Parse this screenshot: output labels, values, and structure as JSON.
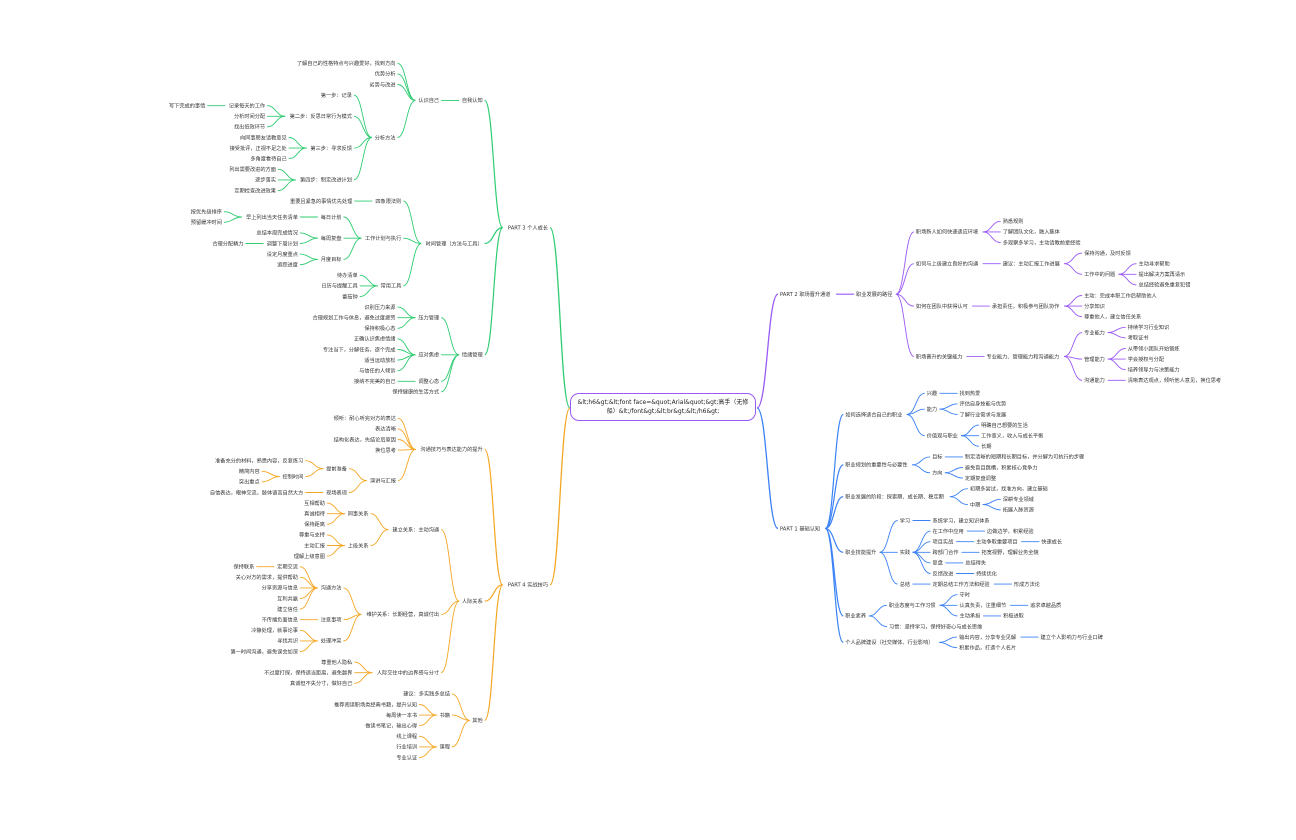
{
  "root": {
    "label": "&lt;h6&gt;&lt;font face=&quot;Arial&quot;&gt;高手（无修船）&lt;/font&gt;&lt;br&gt;&lt;/h6&gt;"
  },
  "colors": {
    "purple": "#9b59f6",
    "blue": "#3b82f6",
    "green": "#2ecc71",
    "orange": "#f5a623",
    "root_border": "#9b59f6"
  },
  "right": [
    {
      "t": "PART 2 职场晋升通道",
      "color": "purple",
      "c": [
        {
          "t": "职业发展的路径",
          "c": [
            {
              "t": "职场新人如何快速适应环境",
              "c": [
                {
                  "t": "熟悉规则"
                },
                {
                  "t": "了解团队文化，融入集体"
                },
                {
                  "t": "多观察多学习，主动请教前辈经验"
                }
              ]
            },
            {
              "t": "如何与上级建立良好的沟通",
              "c": [
                {
                  "t": "建议：主动汇报工作进展",
                  "c": [
                    {
                      "t": "保持沟通，及时反馈"
                    },
                    {
                      "t": "工作中的问题",
                      "c": [
                        {
                          "t": "主动寻求帮助"
                        },
                        {
                          "t": "提出解决方案再请示"
                        },
                        {
                          "t": "总结经验避免重复犯错"
                        }
                      ]
                    }
                  ]
                }
              ]
            },
            {
              "t": "如何在团队中获得认可",
              "c": [
                {
                  "t": "承担责任，积极参与团队协作",
                  "c": [
                    {
                      "t": "主动：完成本职工作后帮助他人"
                    },
                    {
                      "t": "分享知识"
                    },
                    {
                      "t": "尊重他人，建立信任关系"
                    }
                  ]
                }
              ]
            },
            {
              "t": "职场晋升的关键能力",
              "c": [
                {
                  "t": "专业能力、管理能力和沟通能力",
                  "c": [
                    {
                      "t": "专业能力",
                      "c": [
                        {
                          "t": "持续学习行业知识"
                        },
                        {
                          "t": "考取证书"
                        }
                      ]
                    },
                    {
                      "t": "管理能力",
                      "c": [
                        {
                          "t": "从带领小团队开始锻炼"
                        },
                        {
                          "t": "学会授权与分配"
                        },
                        {
                          "t": "培养领导力与决策能力"
                        }
                      ]
                    },
                    {
                      "t": "沟通能力",
                      "c": [
                        {
                          "t": "清晰表达观点，倾听他人意见，换位思考"
                        }
                      ]
                    }
                  ]
                }
              ]
            }
          ]
        }
      ]
    },
    {
      "t": "PART 1 基础认知",
      "color": "blue",
      "c": [
        {
          "t": "如何选择适合自己的职业",
          "c": [
            {
              "t": "兴趣",
              "c": [
                {
                  "t": "找到热爱"
                }
              ]
            },
            {
              "t": "能力",
              "c": [
                {
                  "t": "评估自身技能与优势"
                },
                {
                  "t": "了解行业需求与发展"
                }
              ]
            },
            {
              "t": "价值观与职业",
              "c": [
                {
                  "t": "明确自己想要的生活"
                },
                {
                  "t": "工作意义，收入与成长平衡"
                },
                {
                  "t": "长期"
                }
              ]
            }
          ]
        },
        {
          "t": "职业规划的重要性与必要性",
          "c": [
            {
              "t": "目标",
              "c": [
                {
                  "t": "制定清晰的短期和长期目标，并分解为可执行的步骤"
                }
              ]
            },
            {
              "t": "方向",
              "c": [
                {
                  "t": "避免盲目跳槽，积累核心竞争力"
                },
                {
                  "t": "定期复盘调整"
                }
              ]
            }
          ]
        },
        {
          "t": "职业发展的阶段：探索期、成长期、稳定期",
          "c": [
            {
              "t": "初期多尝试，找准方向，建立基础"
            },
            {
              "t": "中期",
              "c": [
                {
                  "t": "深耕专业领域"
                },
                {
                  "t": "拓展人脉资源"
                }
              ]
            }
          ]
        },
        {
          "t": "职业技能提升",
          "c": [
            {
              "t": "学习",
              "c": [
                {
                  "t": "系统学习，建立知识体系"
                }
              ]
            },
            {
              "t": "实践",
              "c": [
                {
                  "t": "在工作中应用",
                  "c": [
                    {
                      "t": "边做边学，积累经验"
                    }
                  ]
                },
                {
                  "t": "项目实战",
                  "c": [
                    {
                      "t": "主动争取重要项目",
                      "c": [
                        {
                          "t": "快速成长"
                        }
                      ]
                    }
                  ]
                },
                {
                  "t": "跨部门合作",
                  "c": [
                    {
                      "t": "拓宽视野，理解业务全貌"
                    }
                  ]
                },
                {
                  "t": "复盘",
                  "c": [
                    {
                      "t": "总结得失"
                    }
                  ]
                },
                {
                  "t": "反馈改进",
                  "c": [
                    {
                      "t": "持续优化"
                    }
                  ]
                }
              ]
            },
            {
              "t": "总结",
              "c": [
                {
                  "t": "定期总结工作方法和经验",
                  "c": [
                    {
                      "t": "形成方法论"
                    }
                  ]
                }
              ]
            }
          ]
        },
        {
          "t": "职业素养",
          "c": [
            {
              "t": "职业态度与工作习惯",
              "c": [
                {
                  "t": "守时"
                },
                {
                  "t": "认真负责，注重细节",
                  "c": [
                    {
                      "t": "追求卓越品质"
                    }
                  ]
                },
                {
                  "t": "主动承担",
                  "c": [
                    {
                      "t": "积极进取"
                    }
                  ]
                }
              ]
            },
            {
              "t": "习惯：坚持学习，保持好奇心与成长思维"
            }
          ]
        },
        {
          "t": "个人品牌建设（社交媒体、行业影响）",
          "c": [
            {
              "t": "输出内容，分享专业见解",
              "c": [
                {
                  "t": "建立个人影响力与行业口碑"
                }
              ]
            },
            {
              "t": "积累作品，打造个人名片"
            }
          ]
        }
      ]
    }
  ],
  "left": [
    {
      "t": "PART 3 个人成长",
      "color": "green",
      "c": [
        {
          "t": "自我认知",
          "c": [
            {
              "t": "认识自己",
              "c": [
                {
                  "t": "了解自己的性格特点与兴趣爱好，找到方向"
                },
                {
                  "t": "优势分析"
                },
                {
                  "t": "劣势与改进"
                },
                {
                  "t": "分析方法",
                  "c": [
                    {
                      "t": "第一步：记录"
                    },
                    {
                      "t": "第二步：反思日常行为模式",
                      "c": [
                        {
                          "t": "记录每天的工作",
                          "c": [
                            {
                              "t": "写下完成的事情"
                            }
                          ]
                        },
                        {
                          "t": "分析时间分配"
                        },
                        {
                          "t": "找出低效环节"
                        }
                      ]
                    },
                    {
                      "t": "第三步：寻求反馈",
                      "c": [
                        {
                          "t": "向同事朋友请教意见"
                        },
                        {
                          "t": "接受批评，正视不足之处"
                        },
                        {
                          "t": "多角度看待自己"
                        }
                      ]
                    },
                    {
                      "t": "第四步：制定改进计划",
                      "c": [
                        {
                          "t": "列出需要改进的方面"
                        },
                        {
                          "t": "逐步落实"
                        },
                        {
                          "t": "定期检查改进效果"
                        }
                      ]
                    }
                  ]
                }
              ]
            }
          ]
        },
        {
          "t": "时间管理（方法与工具）",
          "c": [
            {
              "t": "四象限法则",
              "c": [
                {
                  "t": "重要且紧急的事情优先处理"
                }
              ]
            },
            {
              "t": "工作计划与执行",
              "c": [
                {
                  "t": "每日计划",
                  "c": [
                    {
                      "t": "早上列出当天任务清单",
                      "c": [
                        {
                          "t": "按优先级排序"
                        },
                        {
                          "t": "预留缓冲时间"
                        }
                      ]
                    }
                  ]
                },
                {
                  "t": "每周复盘",
                  "c": [
                    {
                      "t": "总结本周完成情况"
                    },
                    {
                      "t": "调整下周计划",
                      "c": [
                        {
                          "t": "合理分配精力"
                        }
                      ]
                    }
                  ]
                },
                {
                  "t": "月度目标",
                  "c": [
                    {
                      "t": "设定月度重点"
                    },
                    {
                      "t": "追踪进度"
                    }
                  ]
                }
              ]
            },
            {
              "t": "常用工具",
              "c": [
                {
                  "t": "待办清单"
                },
                {
                  "t": "日历与提醒工具"
                },
                {
                  "t": "番茄钟"
                }
              ]
            }
          ]
        },
        {
          "t": "情绪管理",
          "c": [
            {
              "t": "压力管理",
              "c": [
                {
                  "t": "识别压力来源"
                },
                {
                  "t": "合理规划工作与休息，避免过度疲劳"
                },
                {
                  "t": "保持积极心态"
                }
              ]
            },
            {
              "t": "应对焦虑",
              "c": [
                {
                  "t": "正确认识焦虑情绪"
                },
                {
                  "t": "专注当下，分解任务，逐个完成"
                },
                {
                  "t": "适当运动放松"
                },
                {
                  "t": "与信任的人倾诉"
                }
              ]
            },
            {
              "t": "调整心态",
              "c": [
                {
                  "t": "接纳不完美的自己"
                }
              ]
            },
            {
              "t": "保持健康的生活方式"
            }
          ]
        }
      ]
    },
    {
      "t": "PART 4 实战技巧",
      "color": "orange",
      "c": [
        {
          "t": "沟通技巧与表达能力的提升",
          "c": [
            {
              "t": "倾听：耐心听完对方的表达"
            },
            {
              "t": "表达清晰"
            },
            {
              "t": "结构化表达，先结论后原因"
            },
            {
              "t": "换位思考"
            },
            {
              "t": "演讲与汇报",
              "c": [
                {
                  "t": "提前准备",
                  "c": [
                    {
                      "t": "准备充分的材料，熟悉内容，反复练习"
                    },
                    {
                      "t": "控制时间",
                      "c": [
                        {
                          "t": "精简内容"
                        },
                        {
                          "t": "突出重点"
                        }
                      ]
                    }
                  ]
                },
                {
                  "t": "现场表现",
                  "c": [
                    {
                      "t": "自信表达，眼神交流，肢体语言自然大方"
                    }
                  ]
                }
              ]
            }
          ]
        },
        {
          "t": "人际关系",
          "c": [
            {
              "t": "建立关系：主动沟通",
              "c": [
                {
                  "t": "同事关系",
                  "c": [
                    {
                      "t": "互相帮助"
                    },
                    {
                      "t": "真诚相待"
                    },
                    {
                      "t": "保持距离"
                    }
                  ]
                },
                {
                  "t": "上级关系",
                  "c": [
                    {
                      "t": "尊重与支持"
                    },
                    {
                      "t": "主动汇报"
                    },
                    {
                      "t": "理解上级意图"
                    }
                  ]
                }
              ]
            },
            {
              "t": "维护关系：长期经营，真诚付出",
              "c": [
                {
                  "t": "沟通方法",
                  "c": [
                    {
                      "t": "定期交流",
                      "c": [
                        {
                          "t": "保持联系"
                        }
                      ]
                    },
                    {
                      "t": "关心对方的需求，提供帮助"
                    },
                    {
                      "t": "分享资源与信息"
                    },
                    {
                      "t": "互利共赢"
                    },
                    {
                      "t": "建立信任"
                    }
                  ]
                },
                {
                  "t": "注意事项",
                  "c": [
                    {
                      "t": "不传播负面信息"
                    }
                  ]
                },
                {
                  "t": "处理冲突",
                  "c": [
                    {
                      "t": "冷静处理，就事论事"
                    },
                    {
                      "t": "寻找共识"
                    },
                    {
                      "t": "第一时间沟通，避免误会加深"
                    }
                  ]
                }
              ]
            },
            {
              "t": "人际交往中的边界感与分寸",
              "c": [
                {
                  "t": "尊重他人隐私"
                },
                {
                  "t": "不过度打探，保持适当距离，避免越界"
                },
                {
                  "t": "真诚但不失分寸，做好自己"
                }
              ]
            }
          ]
        },
        {
          "t": "其他",
          "c": [
            {
              "t": "建议：多实践多总结"
            },
            {
              "t": "书籍",
              "c": [
                {
                  "t": "推荐阅读职场类经典书籍，提升认知"
                },
                {
                  "t": "每周读一本书"
                },
                {
                  "t": "做读书笔记，输出心得"
                }
              ]
            },
            {
              "t": "课程",
              "c": [
                {
                  "t": "线上课程"
                },
                {
                  "t": "行业培训"
                },
                {
                  "t": "专业认证"
                }
              ]
            }
          ]
        }
      ]
    }
  ]
}
